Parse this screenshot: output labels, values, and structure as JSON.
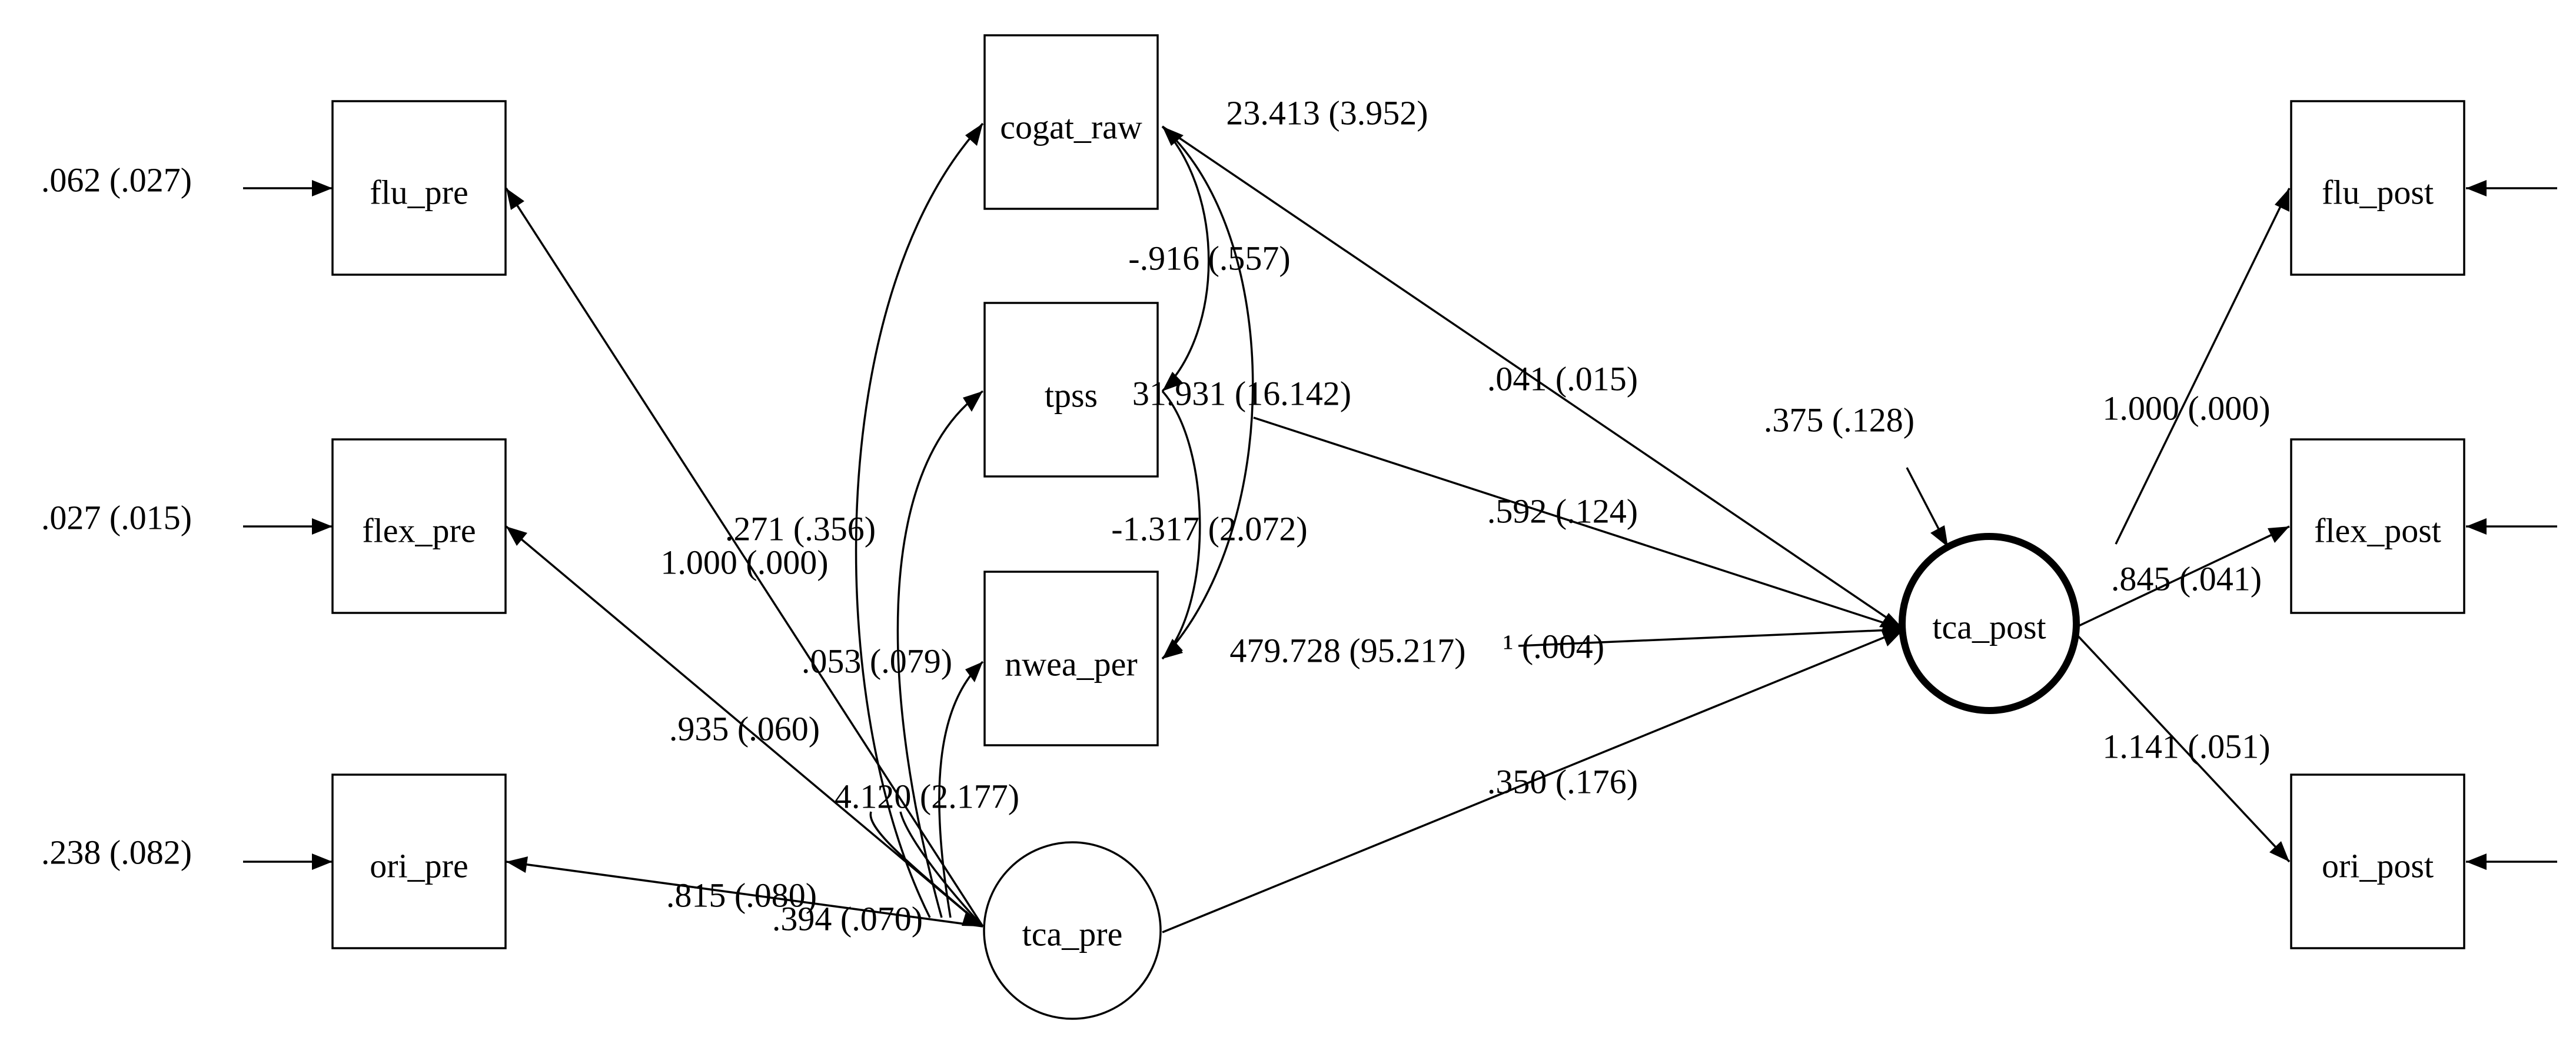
{
  "nodes": {
    "flu_pre": "flu_pre",
    "flex_pre": "flex_pre",
    "ori_pre": "ori_pre",
    "cogat_raw": "cogat_raw",
    "tpss": "tpss",
    "nwea_per": "nwea_per",
    "tca_pre": "tca_pre",
    "tca_post": "tca_post",
    "flu_post": "flu_post",
    "flex_post": "flex_post",
    "ori_post": "ori_post"
  },
  "labels": {
    "flu_pre_error": ".062 (.027)",
    "flex_pre_error": ".027 (.015)",
    "ori_pre_error": ".238 (.082)",
    "cogat_variance": "23.413 (3.952)",
    "cogat_tpss_cov": "-.916 (.557)",
    "tpss_variance": "31.931 (16.142)",
    "tpss_nwea_cov": "-1.317 (2.072)",
    "cogat_tca_pre_cov": ".271 (.356)",
    "flu_pre_loading": "1.000 (.000)",
    "tpss_tca_pre_cov": ".053 (.079)",
    "flex_pre_loading": ".935 (.060)",
    "nwea_tca_pre_cov": "4.120 (2.177)",
    "ori_pre_loading": ".815 (.080)",
    "tca_pre_variance": ".394 (.070)",
    "nwea_variance": "479.728 (95.217)",
    "cogat_to_tca_post": ".041 (.015)",
    "tpss_to_tca_post": ".592 (.124)",
    "nwea_to_tca_post": "¹ (.004)",
    "tca_pre_to_tca_post": ".350 (.176)",
    "tca_post_residual": ".375 (.128)",
    "flu_post_loading": "1.000 (.000)",
    "flex_post_loading": ".845 (.041)",
    "ori_post_loading": "1.141 (.051)"
  }
}
